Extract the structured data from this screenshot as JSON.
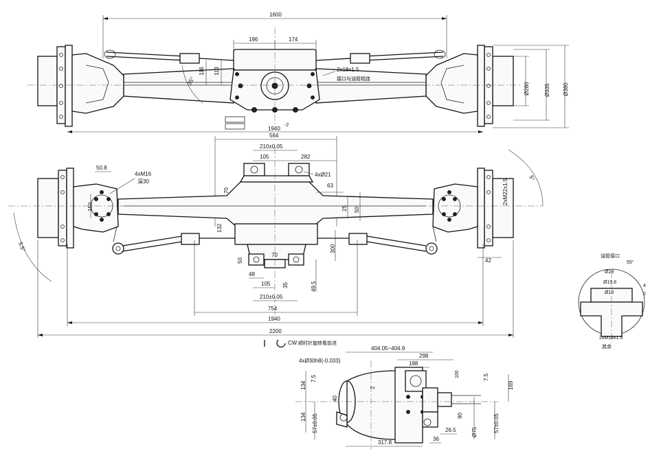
{
  "dims": {
    "top_1600": "1600",
    "top_196": "196",
    "top_174": "174",
    "top_116": "116",
    "top_113": "113",
    "top_2x18": "2x18x1.5",
    "top_note": "接口与油管相连",
    "top_phi280": "Ø280",
    "top_phi335": "Ø335",
    "top_phi380": "Ø380",
    "top_1940": "1940",
    "top_1940_tol": "-2",
    "top_35": "35°",
    "mid_564": "564",
    "mid_210": "210±0.05",
    "mid_105": "105",
    "mid_282": "282",
    "mid_4xphi21": "4xØ21",
    "mid_4xm16": "4xM16",
    "mid_deep30": "深30",
    "mid_50_8": "50.8",
    "mid_150": "150",
    "mid_70": "70",
    "mid_63": "63",
    "mid_25": "25",
    "mid_50": "50",
    "mid_132": "132",
    "mid_m22": "2xM22x1.5",
    "mid_5deg": "5°",
    "mid_angle_r": "5°",
    "mid_angle_l": "5.5°",
    "mid_300": "300",
    "mid_48": "48",
    "mid_50b": "50",
    "mid_70b": "70",
    "mid_105b": "105",
    "mid_35": "35",
    "mid_49_5": "49.5",
    "mid_210b": "210±0.05",
    "mid_754": "754",
    "mid_1940": "1940",
    "mid_42": "42",
    "mid_2200": "2200",
    "cw_label": "CW",
    "cw_note": "顺时针旋转看前进",
    "bot_404": "404.05~404.9",
    "bot_298": "298",
    "bot_188": "188",
    "bot_4xphi30": "4xØ30h8(-0.033)",
    "bot_134a": "134",
    "bot_134b": "134",
    "bot_7_5": "7.5",
    "bot_40": "40",
    "bot_57a": "57±0.05",
    "bot_57b": "57±0.05",
    "bot_317_8": "317.8",
    "bot_36": "36",
    "bot_26_5": "26.5",
    "bot_169": "169",
    "bot_phi75": "Ø75",
    "bot_90": "90",
    "bot_7_5b": "7.5",
    "bot_small": "100",
    "bot_2": "2"
  },
  "detail": {
    "title": "油管接口",
    "angle": "55°",
    "d29": "Ø29",
    "d19": "Ø19.8",
    "d18": "Ø18",
    "d2": "2",
    "d4": "4",
    "thread": "2xM18x1.5",
    "note": "其余"
  }
}
